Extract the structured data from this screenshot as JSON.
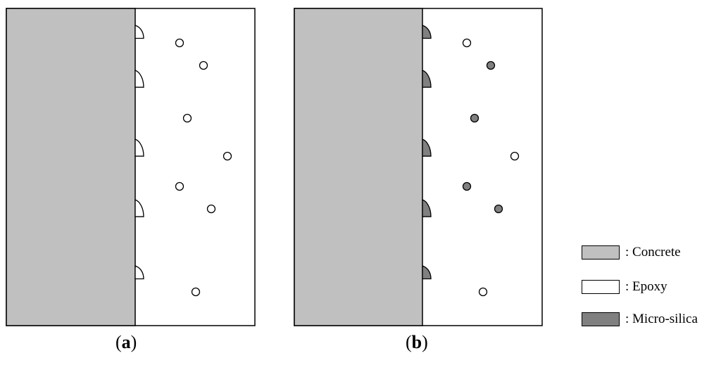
{
  "colors": {
    "concrete": "#c0c0c0",
    "epoxy": "#ffffff",
    "micro_silica": "#808080",
    "outline": "#000000"
  },
  "panels": [
    {
      "id": "a",
      "label_open": "(",
      "label_letter": "a",
      "label_close": ")",
      "particle_fill": [
        "epoxy",
        "epoxy",
        "epoxy",
        "epoxy",
        "epoxy",
        "epoxy",
        "epoxy"
      ],
      "bump_fill": "epoxy"
    },
    {
      "id": "b",
      "label_open": "(",
      "label_letter": "b",
      "label_close": ")",
      "particle_fill": [
        "epoxy",
        "micro_silica",
        "micro_silica",
        "epoxy",
        "micro_silica",
        "micro_silica",
        "epoxy"
      ],
      "bump_fill": "micro_silica"
    }
  ],
  "legend": [
    {
      "key": "concrete",
      "text": ": Concrete"
    },
    {
      "key": "epoxy",
      "text": ": Epoxy"
    },
    {
      "key": "micro_silica",
      "text": ": Micro-silica"
    }
  ]
}
